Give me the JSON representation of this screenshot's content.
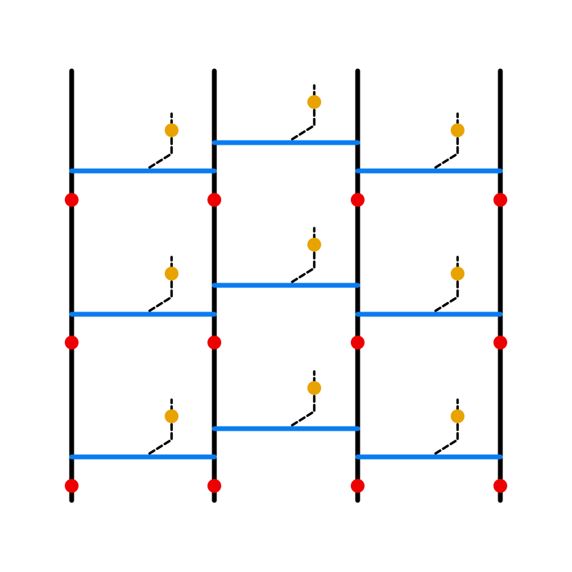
{
  "colors": {
    "background": "#ffffff",
    "post": "#000000",
    "rung": "#0a7cf0",
    "joint": "#ee0000",
    "ornament": "#e8a300",
    "tether": "#000000"
  },
  "grid": {
    "posts": 4,
    "levels": 3,
    "bays": 3,
    "offset_bays": [
      1
    ],
    "joints_per_post": 3
  },
  "elements": {
    "post_count": 4,
    "rung_count": 9,
    "joint_count": 12,
    "ornament_count": 9
  }
}
